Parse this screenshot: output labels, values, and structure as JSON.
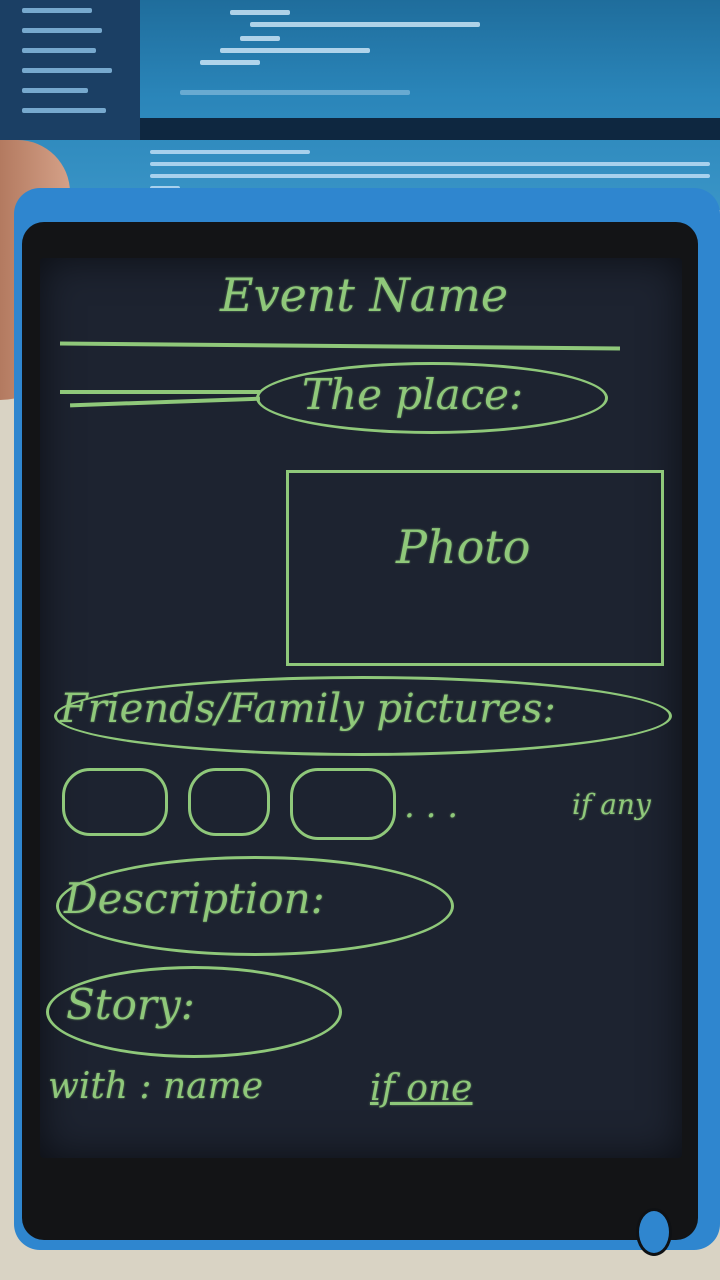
{
  "sketch": {
    "title": "Event Name",
    "place_label": "The place:",
    "photo_label": "Photo",
    "pictures_label": "Friends/Family pictures:",
    "thumbnails_more": ". . .",
    "thumbnails_note": "if any",
    "description_label": "Description:",
    "story_label": "Story:",
    "with_label": "with : name",
    "with_note": "if one"
  },
  "colors": {
    "ink": "#8fc87a",
    "screen": "#1d2330",
    "case": "#2f86cf"
  }
}
